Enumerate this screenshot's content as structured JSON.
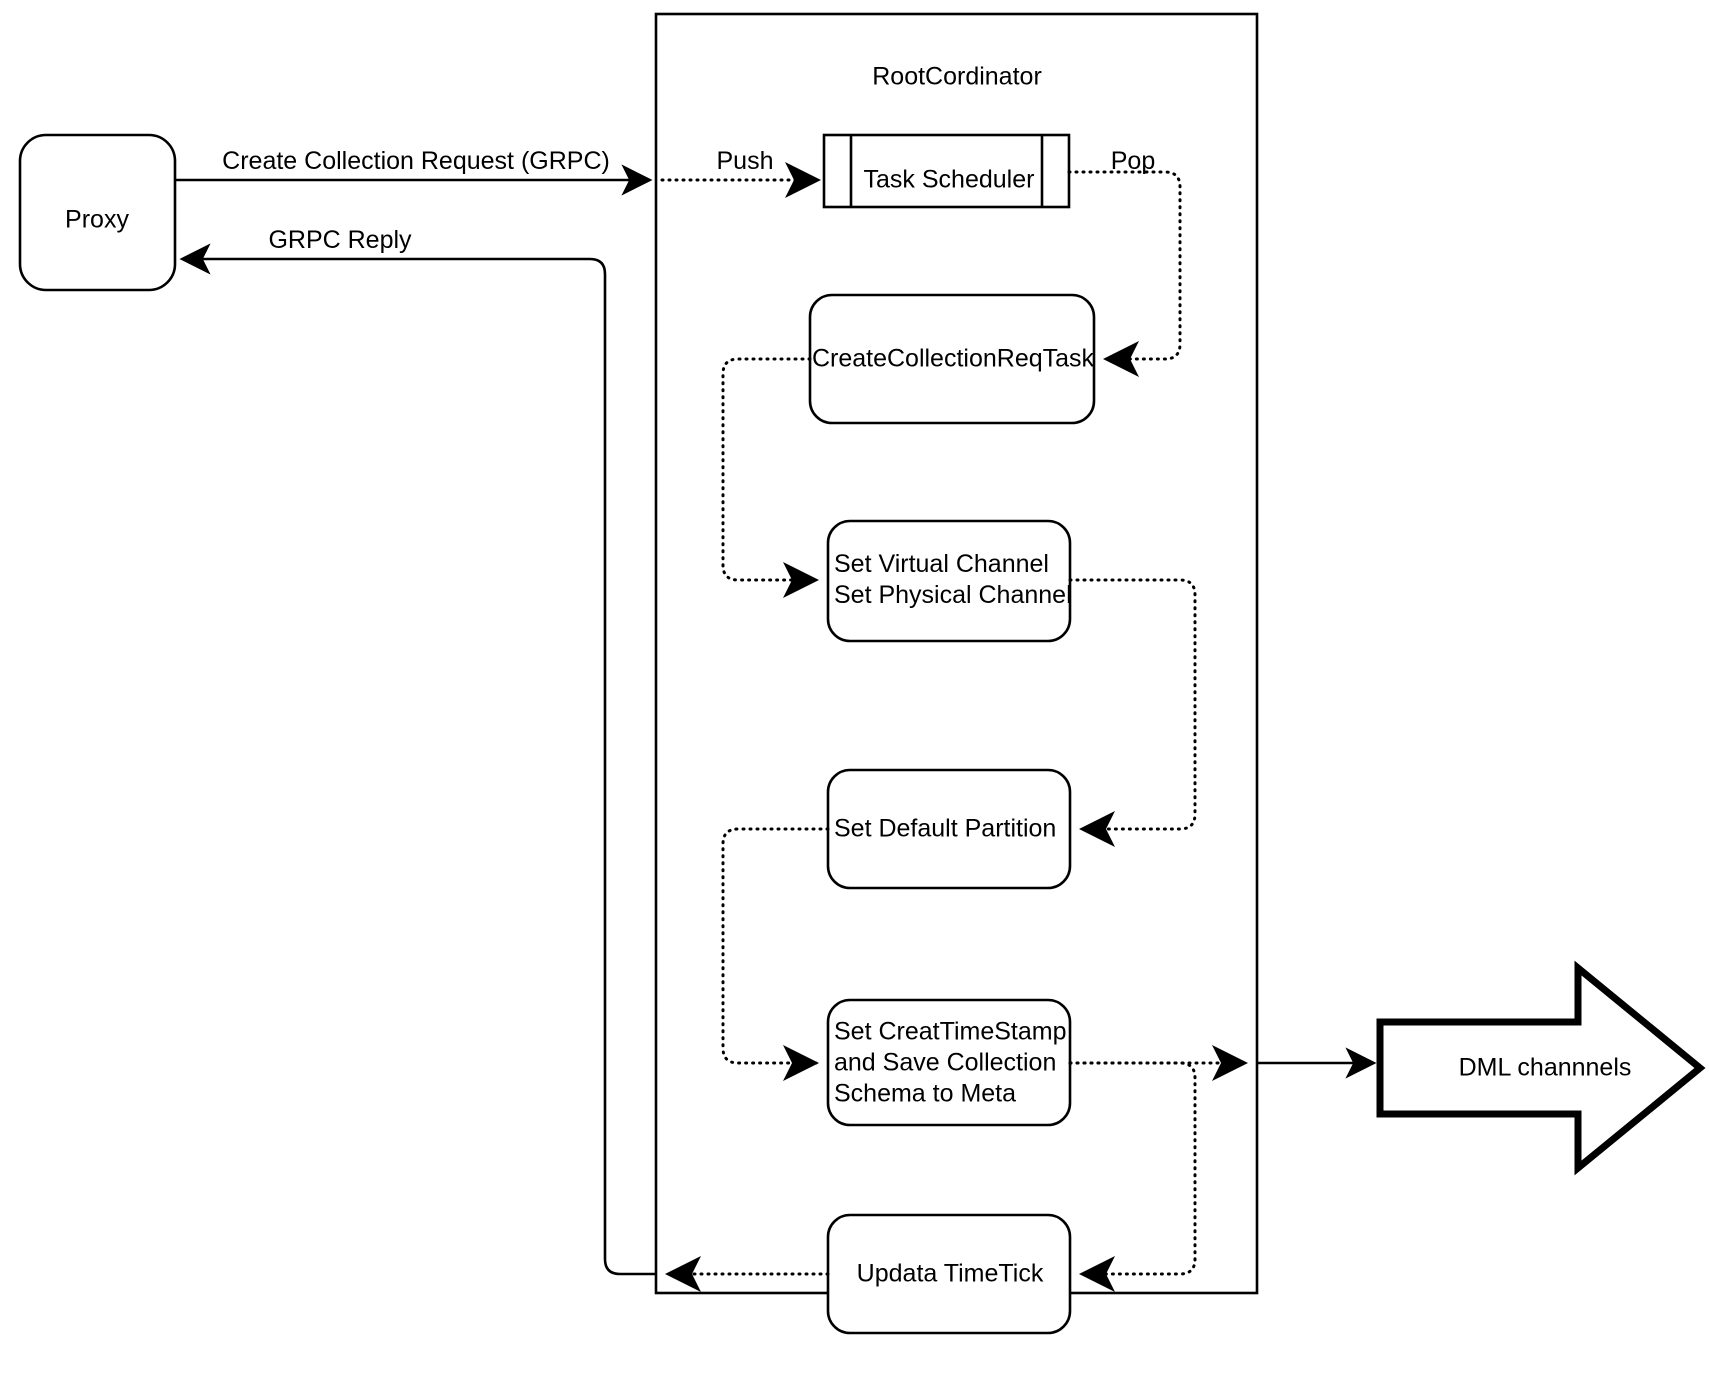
{
  "diagram": {
    "title_text": "RootCordinator",
    "stroke_color": "#000000",
    "fill_color": "#FFFFFF",
    "nodes": {
      "proxy": {
        "label": "Proxy"
      },
      "container": {
        "label": "RootCordinator"
      },
      "task_scheduler": {
        "label": "Task Scheduler"
      },
      "create_collection_req_task": {
        "label": "CreateCollectionReqTask"
      },
      "set_channel": {
        "line1": "Set Virtual Channel",
        "line2": "Set Physical Channel"
      },
      "set_default_partition": {
        "label": "Set Default Partition"
      },
      "set_create_timestamp": {
        "line1": "Set CreatTimeStamp",
        "line2": "and Save Collection",
        "line3": "Schema to Meta"
      },
      "update_timetick": {
        "label": "Updata TimeTick"
      },
      "dml_channels": {
        "label": "DML channnels"
      }
    },
    "edges": {
      "create_collection_request": {
        "label": "Create Collection Request (GRPC)"
      },
      "grpc_reply": {
        "label": "GRPC Reply"
      },
      "push": {
        "label": "Push"
      },
      "pop": {
        "label": "Pop"
      }
    }
  }
}
